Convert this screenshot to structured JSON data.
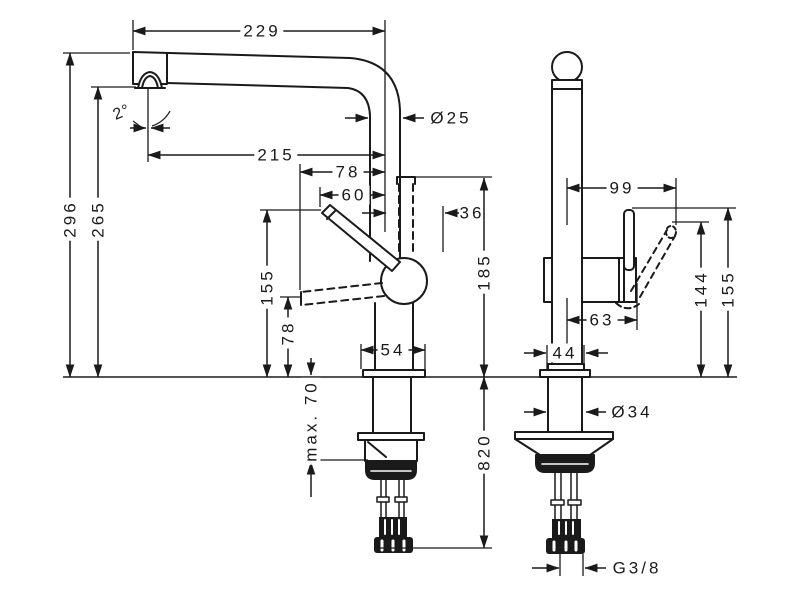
{
  "drawing": {
    "title": "kitchen faucet dimensional drawing, two views",
    "colors": {
      "line": "#1a1a1a",
      "background": "#ffffff"
    }
  },
  "labels": {
    "spout_reach_overall": "229",
    "spout_diameter": "Ø25",
    "spout_angle": "2°",
    "spout_reach": "215",
    "handle_back_offset": "78",
    "handle_offset": "60",
    "swivel_offset": "36",
    "base_diameter": "54",
    "height_total": "296",
    "height_outlet": "265",
    "height_handle_top": "155",
    "height_handle_down": "78",
    "mounting_max": "max. 70",
    "height_pipe": "185",
    "hose_length": "820",
    "front_handle_reach": "99",
    "front_hub_reach": "63",
    "front_body_width": "44",
    "front_handle_tip_height": "144",
    "front_handle_top_height": "155",
    "shank_diameter": "Ø34",
    "thread": "G3/8"
  }
}
